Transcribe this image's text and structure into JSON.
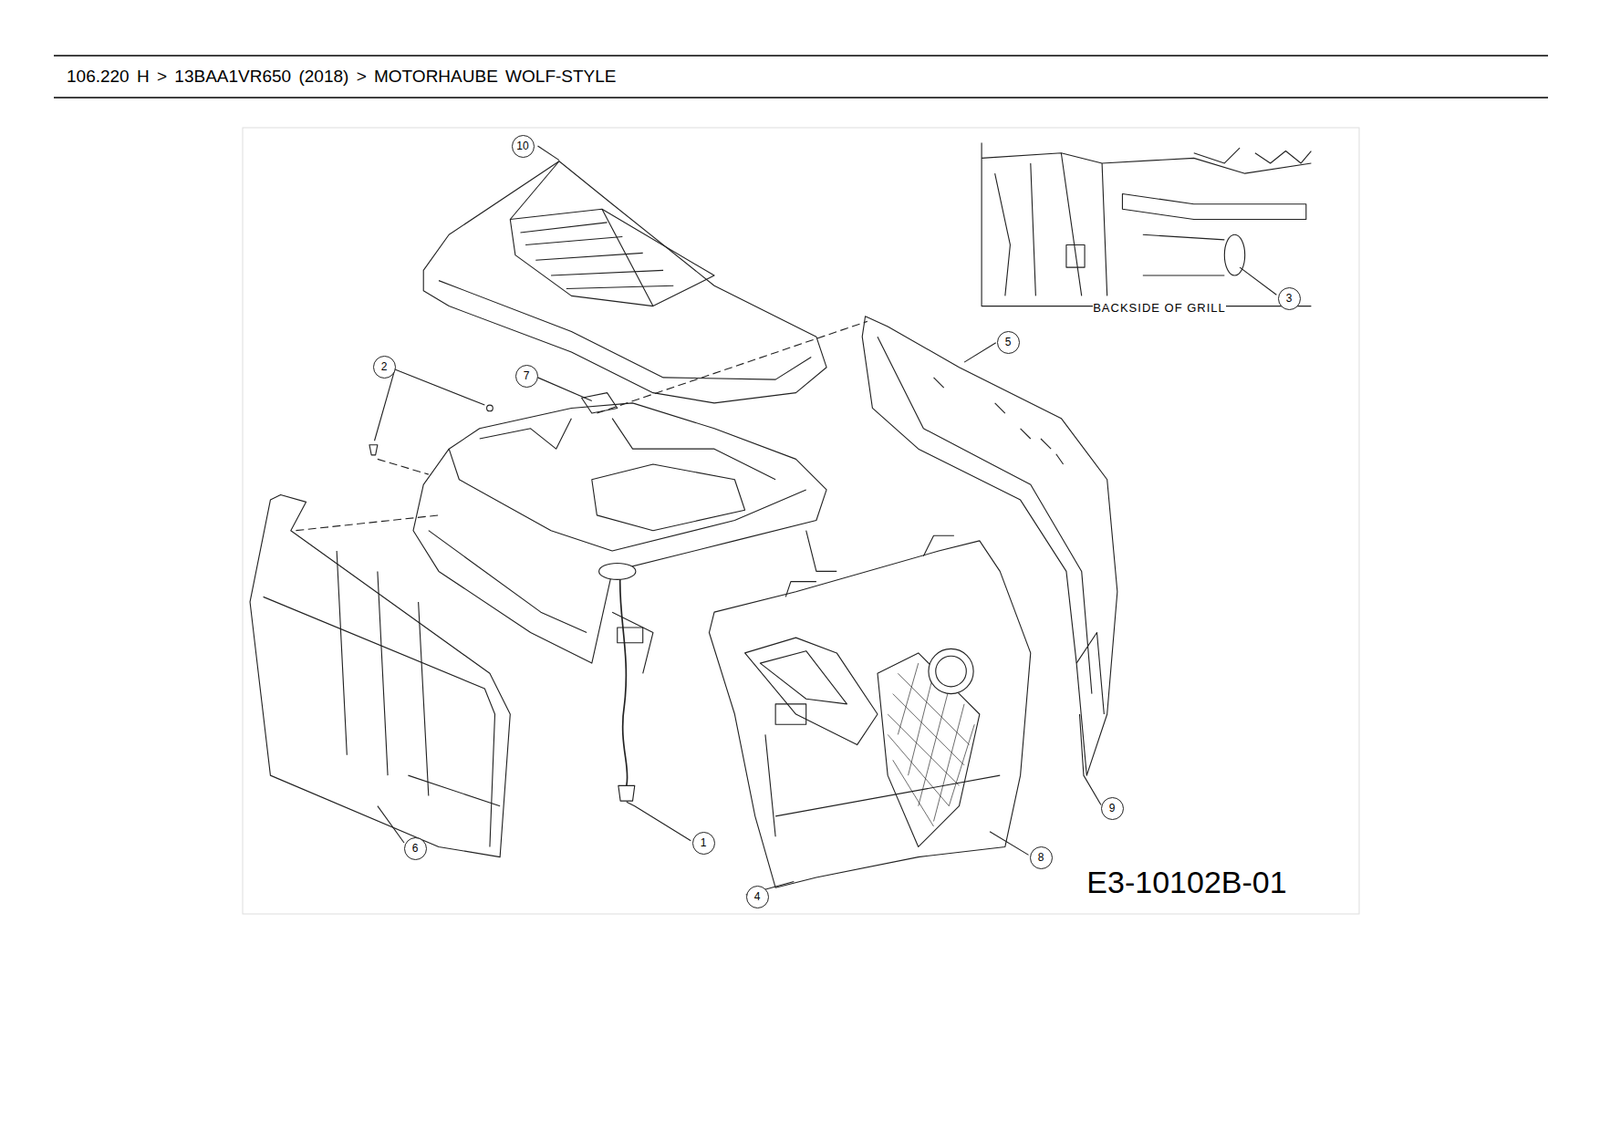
{
  "diagram": {
    "title": "106.220 H > 13BAA1VR650 (2018) > MOTORHAUBE WOLF-STYLE",
    "nodes": [
      {
        "text": [
          "10"
        ]
      },
      {
        "text": [
          "3"
        ]
      },
      {
        "text": [
          "5"
        ]
      },
      {
        "text": [
          "2"
        ]
      },
      {
        "text": [
          "7"
        ]
      },
      {
        "text": [
          "9"
        ]
      },
      {
        "text": [
          "1"
        ]
      },
      {
        "text": [
          "6"
        ]
      },
      {
        "text": [
          "8"
        ]
      },
      {
        "text": [
          "4"
        ]
      }
    ],
    "labels": [
      "BACKSIDE OF GRILL",
      "E3-10102B-01"
    ]
  }
}
